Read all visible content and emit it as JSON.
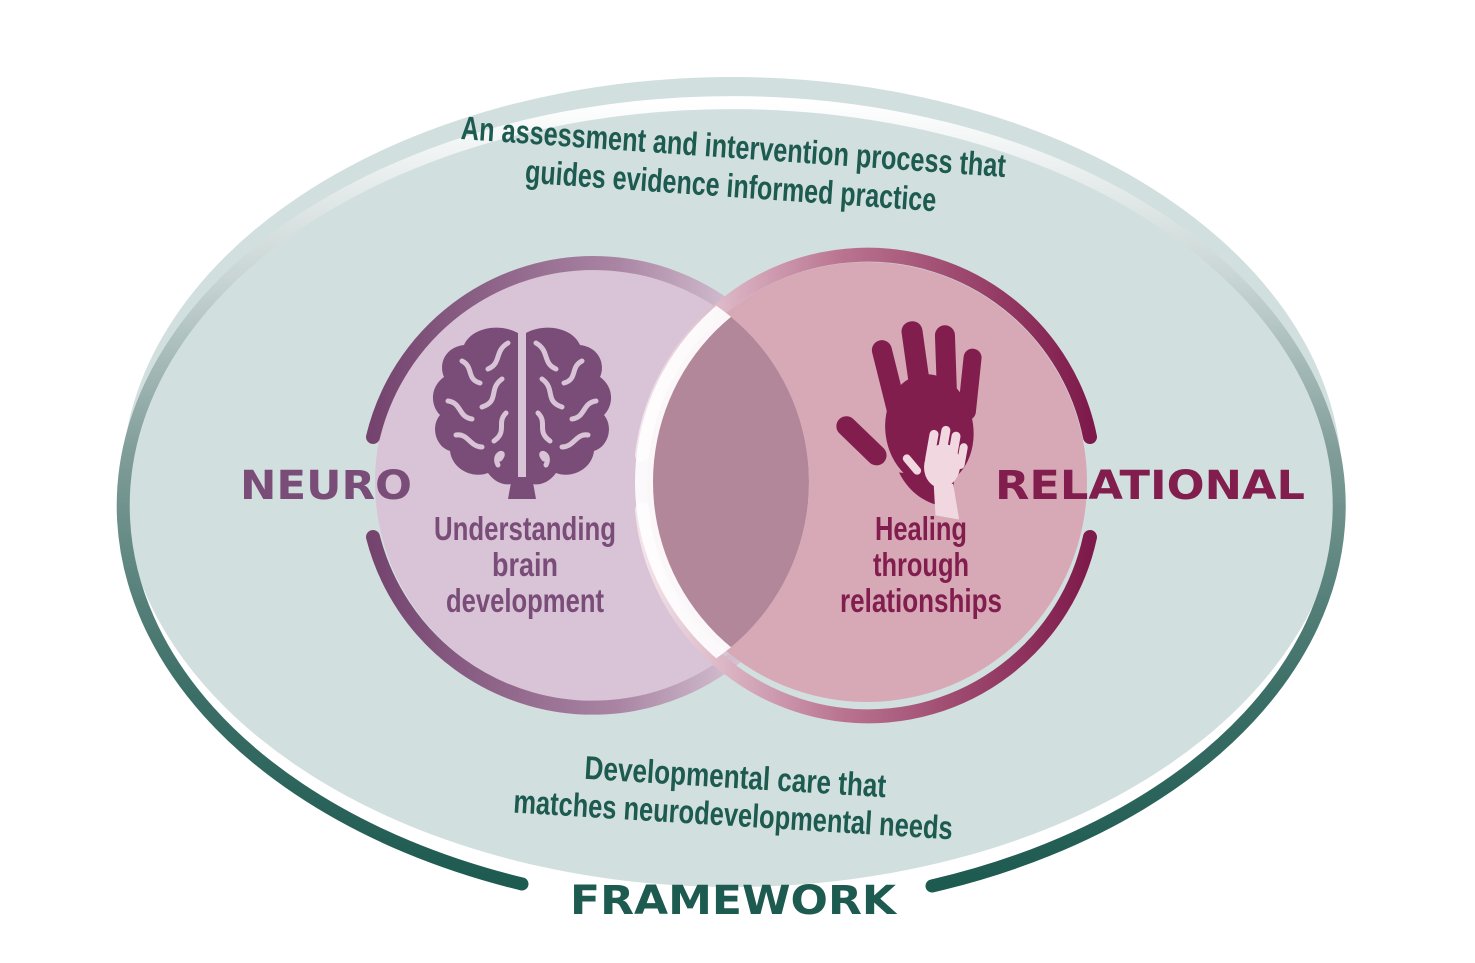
{
  "colors": {
    "ellipse_fill": "#d2dfdf",
    "ellipse_ring_dark": "#1d5a50",
    "framework_text": "#1d5a50",
    "neuro_color": "#7a4d78",
    "neuro_fill": "#d8c4d6",
    "relational_color": "#821e4e",
    "relational_fill": "#d7a9b6",
    "overlap_fill": "#b3879a",
    "callout_text": "#1d5a50"
  },
  "icons": {
    "neuro": "brain-icon",
    "relational": "adult-and-child-hands-icon"
  },
  "top_callout": {
    "line1": "An assessment and intervention process that",
    "line2": "guides evidence informed practice"
  },
  "bottom_callout": {
    "line1": "Developmental care that",
    "line2": "matches neurodevelopmental needs"
  },
  "neuro": {
    "label": "NEURO",
    "line1": "Understanding",
    "line2": "brain",
    "line3": "development"
  },
  "relational": {
    "label": "RELATIONAL",
    "line1": "Healing",
    "line2": "through",
    "line3": "relationships"
  },
  "framework": {
    "label": "FRAMEWORK"
  }
}
